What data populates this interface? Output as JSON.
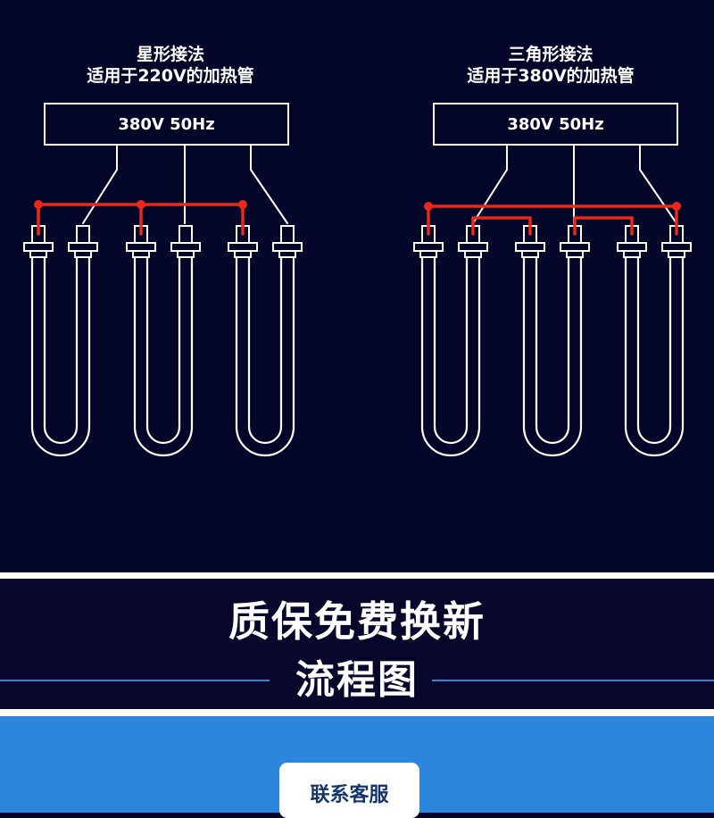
{
  "diagrams": {
    "star": {
      "title_line1": "星形接法",
      "title_line2": "适用于220V的加热管",
      "supply_label": "380V 50Hz"
    },
    "delta": {
      "title_line1": "三角形接法",
      "title_line2": "适用于380V的加热管",
      "supply_label": "380V 50Hz"
    }
  },
  "colors": {
    "background": "#040629",
    "wire": "#ffffff",
    "connection": "#e8291c",
    "accent_blue": "#2c87dc"
  },
  "warranty": {
    "title": "质保免费换新",
    "subtitle": "流程图"
  },
  "contact": {
    "button_label": "联系客服"
  }
}
